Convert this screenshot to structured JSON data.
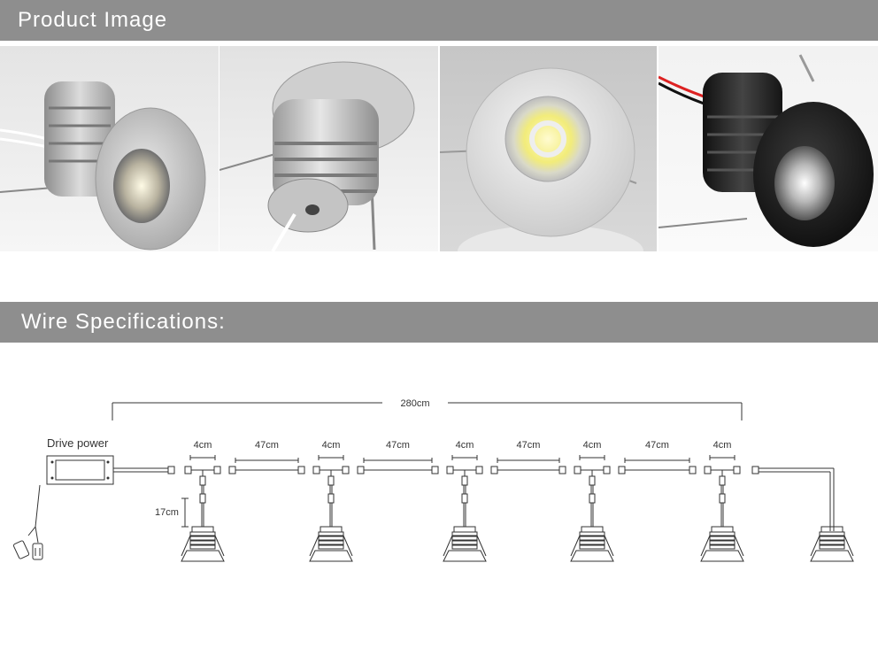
{
  "sections": {
    "product_title": "Product Image",
    "wire_title": "Wire Specifications:"
  },
  "photos": [
    {
      "name": "silver-downlight-front",
      "color": "#c8c8c8"
    },
    {
      "name": "silver-downlight-side",
      "color": "#c8c8c8"
    },
    {
      "name": "white-downlight-face",
      "color": "#e6e6e6"
    },
    {
      "name": "black-downlight-front",
      "color": "#222222"
    }
  ],
  "diagram": {
    "total_length": "280cm",
    "drive_label": "Drive power",
    "segment_4cm": "4cm",
    "segment_47cm": "47cm",
    "drop_length": "17cm"
  }
}
